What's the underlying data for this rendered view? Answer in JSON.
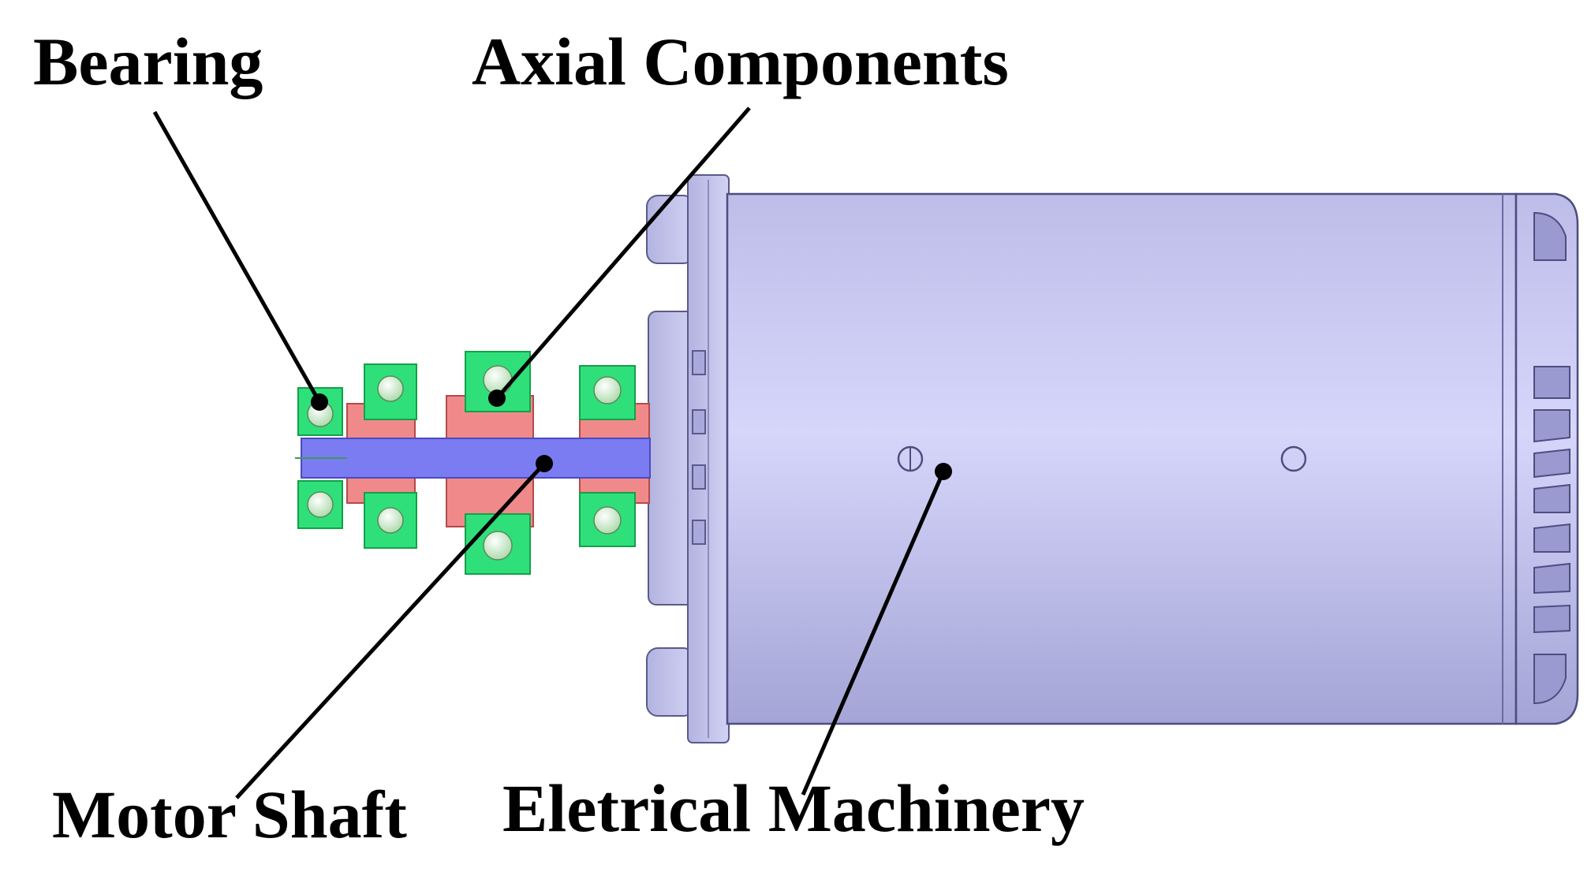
{
  "labels": {
    "bearing": "Bearing",
    "axial_components": "Axial Components",
    "motor_shaft": "Motor Shaft",
    "electrical_machinery": "Eletrical Machinery"
  },
  "colors": {
    "motor_body": "#c9c9f1",
    "motor_outline": "#5a5a8c",
    "shaft": "#7b7bf2",
    "bearing": "#2fe07a",
    "bearing_dark": "#14a04a",
    "ball": "#dff3df",
    "spacer": "#f08a8a",
    "leader": "#000000"
  }
}
